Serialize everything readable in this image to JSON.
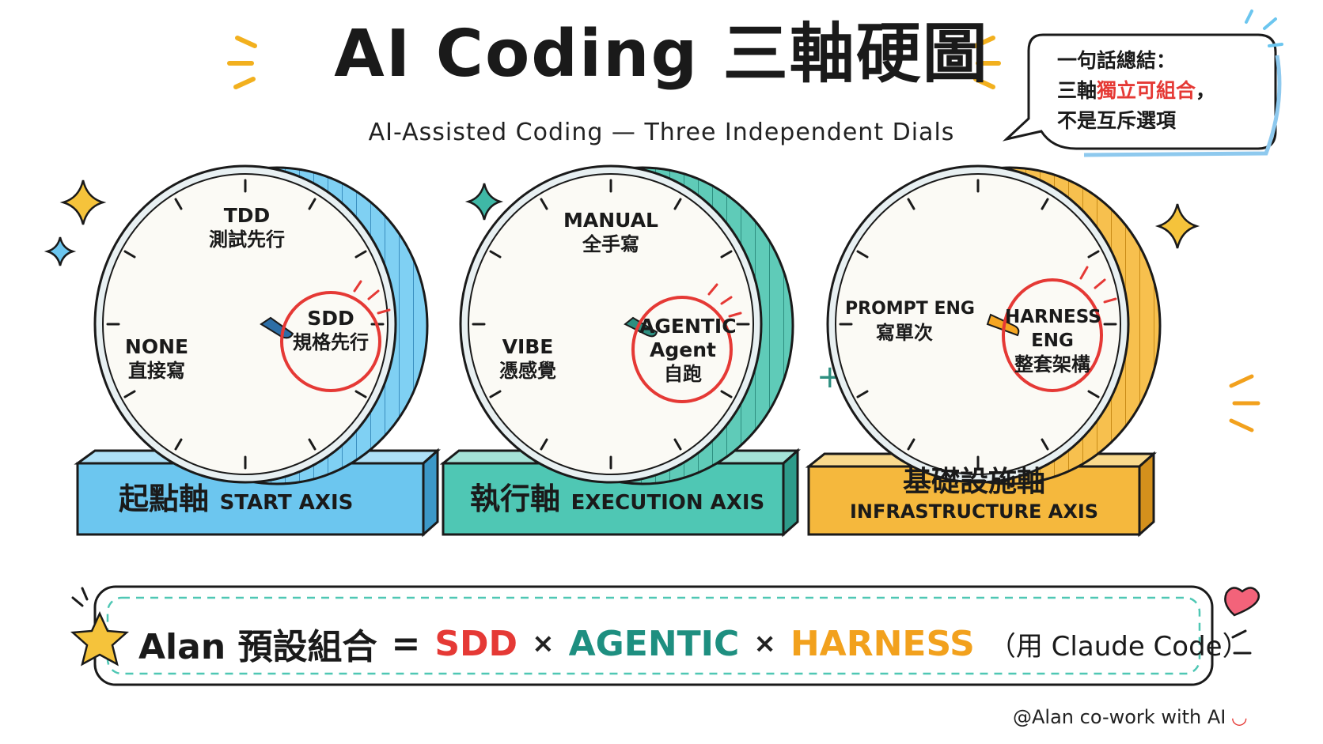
{
  "header": {
    "title": "AI Coding 三軸硬圖",
    "subtitle": "AI-Assisted Coding — Three Independent Dials"
  },
  "bubble": {
    "line1": "一句話總結：",
    "line2_prefix": "三軸",
    "line2_highlight": "獨立可組合",
    "line2_suffix": "，",
    "line3": "不是互斥選項"
  },
  "dials": [
    {
      "axis_zh": "起點軸",
      "axis_en": "START AXIS",
      "top_en": "TDD",
      "top_zh": "測試先行",
      "left_en": "NONE",
      "left_zh": "直接寫",
      "right_en": "SDD",
      "right_zh": "規格先行",
      "color": "#6cc6ef"
    },
    {
      "axis_zh": "執行軸",
      "axis_en": "EXECUTION AXIS",
      "top_en": "MANUAL",
      "top_zh": "全手寫",
      "left_en": "VIBE",
      "left_zh": "憑感覺",
      "right_en": "AGENTIC",
      "right_mid": "Agent",
      "right_zh": "自跑",
      "color": "#4fc7b4"
    },
    {
      "axis_zh": "基礎設施軸",
      "axis_en": "INFRASTRUCTURE AXIS",
      "left_en": "PROMPT ENG",
      "left_zh": "寫單次",
      "right_en": "HARNESS",
      "right_mid": "ENG",
      "right_zh": "整套架構",
      "color": "#f5b83d"
    }
  ],
  "summary": {
    "lead": "Alan 預設組合",
    "equals": "=",
    "sdd": "SDD",
    "times1": "×",
    "agentic": "AGENTIC",
    "times2": "×",
    "harness": "HARNESS",
    "tool": "（用 Claude Code）"
  },
  "credit": {
    "text": "@Alan co-work with AI",
    "smile": "◡"
  },
  "colors": {
    "red": "#e53935",
    "teal": "#1e8f80",
    "orange": "#f2a11d",
    "blue": "#6cc6ef"
  },
  "icons": [
    "sparkle-icon",
    "star-icon",
    "heart-icon",
    "plus-icon",
    "smile-icon"
  ]
}
